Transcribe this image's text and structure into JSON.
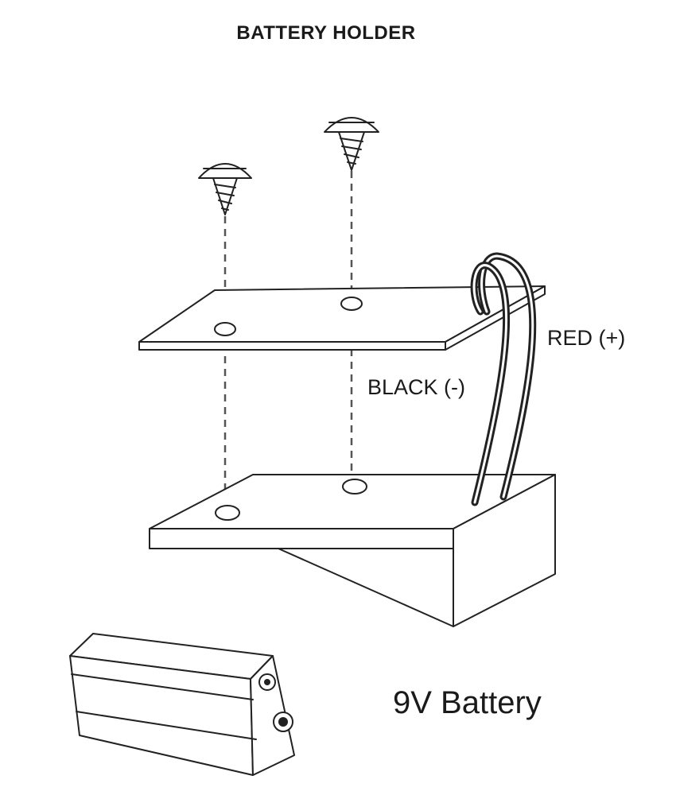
{
  "title": "BATTERY HOLDER",
  "labels": {
    "red_wire": "RED (+)",
    "black_wire": "BLACK (-)",
    "battery": "9V Battery"
  }
}
